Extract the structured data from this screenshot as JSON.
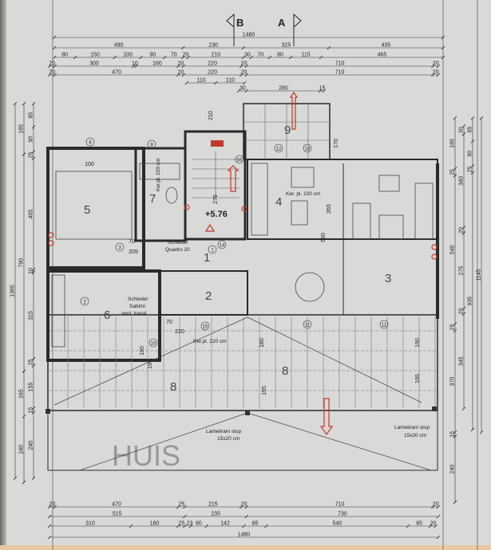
{
  "sections": {
    "b": "B",
    "a": "A"
  },
  "dims_top": [
    [
      1480
    ],
    [
      490,
      230,
      325,
      435
    ],
    [
      80,
      150,
      100,
      90,
      70,
      20,
      210,
      30,
      70,
      80,
      115,
      465
    ],
    [
      20,
      300,
      10,
      160,
      20,
      220,
      20,
      710,
      20
    ],
    [
      20,
      470,
      20,
      220,
      20,
      710,
      20
    ],
    [
      110,
      110
    ],
    [
      30,
      280,
      15
    ]
  ],
  "dims_bottom": [
    [
      20,
      470,
      25,
      215,
      20,
      710,
      20
    ],
    [
      515,
      235,
      730
    ],
    [
      310,
      180,
      25,
      23,
      60,
      142,
      85,
      540,
      85,
      20
    ],
    [
      1480
    ]
  ],
  "dims_left": [
    [
      1365
    ],
    [
      185,
      790,
      165,
      240
    ],
    [
      85,
      90,
      25,
      405,
      10,
      315,
      25,
      155,
      15,
      240
    ]
  ],
  "dims_right": [
    [
      185,
      25,
      540,
      25,
      370,
      15,
      240
    ],
    [
      30,
      340,
      20,
      275,
      20,
      345
    ],
    [
      85,
      90,
      25,
      935
    ],
    [
      1145
    ]
  ],
  "rooms": {
    "r5": "5",
    "r7": "7",
    "r4": "4",
    "r3": "3",
    "r6": "6",
    "r8a": "8",
    "r8b": "8",
    "r9": "9",
    "r1": "1",
    "r2": "2",
    "level": "+5.76"
  },
  "notes": {
    "chimney1_a": "Schiedel",
    "chimney1_b": "Quadro 20",
    "chimney2_a": "Schiedel",
    "chimney2_b": "Sabimi",
    "chimney2_c": "vent. kanal",
    "tiles_220": "Ker.pl. 220 cm",
    "tiles_100": "Ker. pl. 100 cm",
    "tiles_220b": "Ker.pl. 220 cm",
    "column1_a": "Lamelirani stup",
    "column1_b": "15x20 cm",
    "column2_a": "Lamelirani stup",
    "column2_b": "15x20 cm"
  },
  "markers": [
    "8",
    "9",
    "10",
    "11",
    "11",
    "12",
    "13",
    "14",
    "15",
    "16",
    "1",
    "2",
    "3"
  ],
  "inner_dims": [
    "100",
    "70",
    "205",
    "70",
    "220",
    "190",
    "180",
    "190",
    "195",
    "195",
    "170",
    "590",
    "265",
    "275",
    "210",
    "190"
  ],
  "watermark": "HUIS",
  "colors": {
    "paper": "#d9d9d7",
    "ink": "#2a2a2a",
    "red": "#c0392b"
  }
}
